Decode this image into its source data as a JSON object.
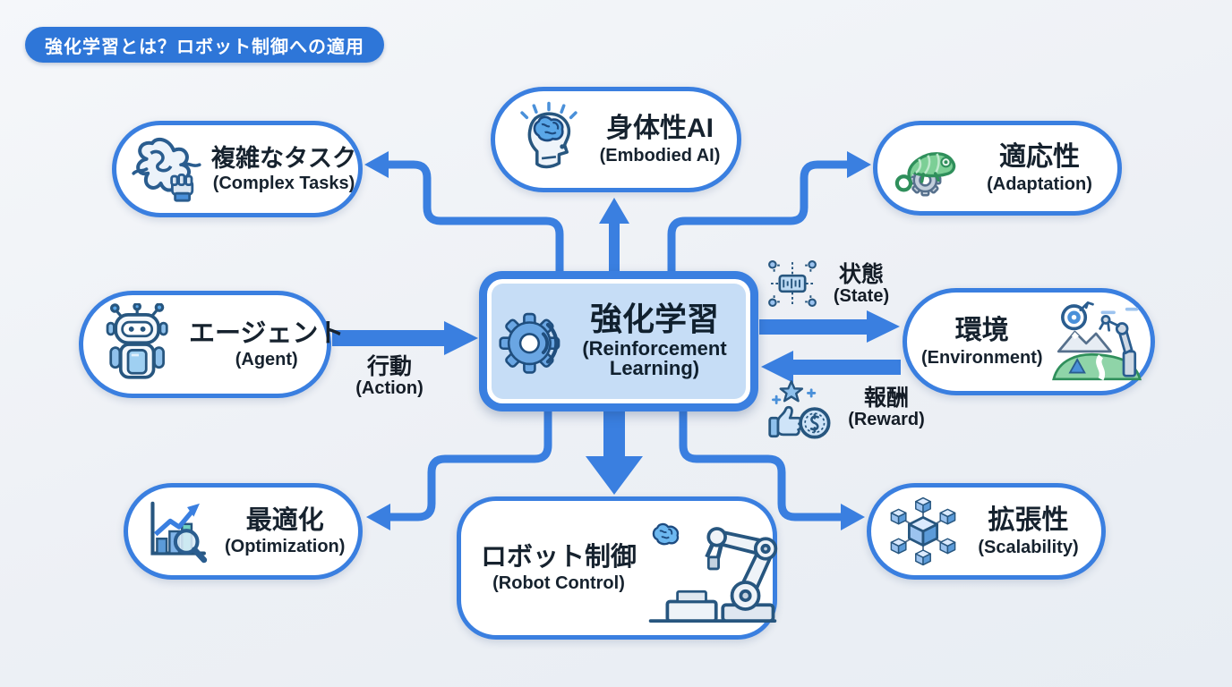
{
  "title": "強化学習とは？ロボット制御への適用",
  "center": {
    "jp": "強化学習",
    "en": "(Reinforcement Learning)",
    "icon": "gear-signal-icon"
  },
  "nodes": [
    {
      "id": "complex-tasks",
      "jp": "複雑なタスク",
      "en": "(Complex Tasks)",
      "icon": "tangled-knot-hand-icon"
    },
    {
      "id": "embodied-ai",
      "jp": "身体性AI",
      "en": "(Embodied AI)",
      "icon": "robot-head-brain-icon"
    },
    {
      "id": "adaptation",
      "jp": "適応性",
      "en": "(Adaptation)",
      "icon": "chameleon-gear-icon"
    },
    {
      "id": "agent",
      "jp": "エージェント",
      "en": "(Agent)",
      "icon": "robot-agent-icon"
    },
    {
      "id": "environment",
      "jp": "環境",
      "en": "(Environment)",
      "icon": "landscape-robot-arm-target-icon"
    },
    {
      "id": "optimization",
      "jp": "最適化",
      "en": "(Optimization)",
      "icon": "growth-chart-magnifier-icon"
    },
    {
      "id": "robot-control",
      "jp": "ロボット制御",
      "en": "(Robot Control)",
      "icon": "industrial-robot-arm-brain-icon"
    },
    {
      "id": "scalability",
      "jp": "拡張性",
      "en": "(Scalability)",
      "icon": "cube-network-icon"
    }
  ],
  "edge_labels": {
    "action": {
      "jp": "行動",
      "en": "(Action)",
      "icon": null
    },
    "state": {
      "jp": "状態",
      "en": "(State)",
      "icon": "circuit-chip-icon"
    },
    "reward": {
      "jp": "報酬",
      "en": "(Reward)",
      "icon": "thumbs-up-coin-star-icon"
    }
  },
  "edges": [
    {
      "from": "agent",
      "to": "reinforcement-learning",
      "label": "action"
    },
    {
      "from": "reinforcement-learning",
      "to": "environment",
      "label": "state"
    },
    {
      "from": "environment",
      "to": "reinforcement-learning",
      "label": "reward"
    },
    {
      "from": "reinforcement-learning",
      "to": "embodied-ai"
    },
    {
      "from": "reinforcement-learning",
      "to": "complex-tasks"
    },
    {
      "from": "reinforcement-learning",
      "to": "adaptation"
    },
    {
      "from": "reinforcement-learning",
      "to": "optimization"
    },
    {
      "from": "reinforcement-learning",
      "to": "robot-control"
    },
    {
      "from": "reinforcement-learning",
      "to": "scalability"
    }
  ],
  "colors": {
    "accent": "#3a7fe0",
    "title_bg": "#2e76d8",
    "center_fill": "#c6ddf6",
    "background": "#eef1f6",
    "text": "#16222e"
  }
}
